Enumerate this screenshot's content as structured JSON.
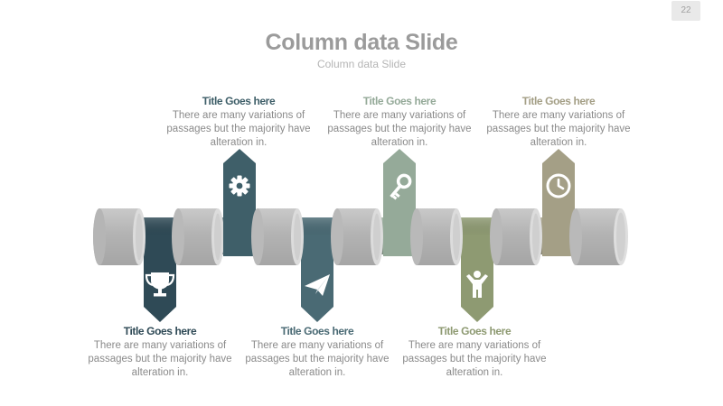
{
  "page": {
    "number": "22"
  },
  "header": {
    "title": "Column data Slide",
    "subtitle": "Column data Slide"
  },
  "colors": {
    "navy": "#2f4a56",
    "slate": "#4a6a74",
    "sage": "#95aa99",
    "olive": "#8e9a72",
    "khaki": "#a49f86",
    "cylinder_gray": "#bdbdbd",
    "text_gray": "#8a8a8a"
  },
  "items": [
    {
      "title": "Title Goes here",
      "text": "There are many variations of passages but the majority have alteration in.",
      "icon": "trophy-icon",
      "position": "bottom",
      "color": "#2f4a56"
    },
    {
      "title": "Title Goes here",
      "text": "There are many variations of passages but the majority have alteration in.",
      "icon": "gear-icon",
      "position": "top",
      "color": "#3f5f69"
    },
    {
      "title": "Title Goes here",
      "text": "There are many variations of passages but the majority have alteration in.",
      "icon": "paper-plane-icon",
      "position": "bottom",
      "color": "#4a6a74"
    },
    {
      "title": "Title Goes here",
      "text": "There are many variations of passages but the majority have alteration in.",
      "icon": "key-icon",
      "position": "top",
      "color": "#95aa99"
    },
    {
      "title": "Title Goes here",
      "text": "There are many variations of passages but the majority have alteration in.",
      "icon": "person-icon",
      "position": "bottom",
      "color": "#8e9a72"
    },
    {
      "title": "Title Goes here",
      "text": "There are many variations of passages but the majority have alteration in.",
      "icon": "clock-icon",
      "position": "top",
      "color": "#a49f86"
    }
  ]
}
